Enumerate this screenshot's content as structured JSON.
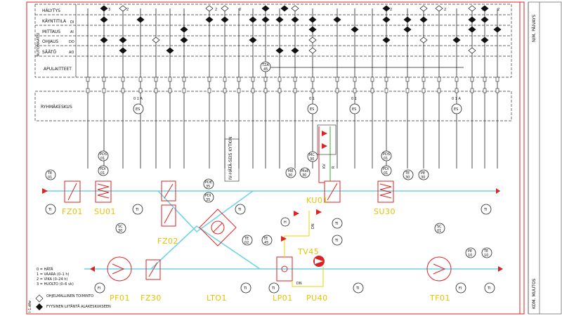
{
  "header_rows": [
    "HÄLYTYS",
    "KÄYNTITILA",
    "MITTAUS",
    "OHJAUS",
    "SÄÄTÖ",
    "APULAITTEET"
  ],
  "header_codes": [
    "DI",
    "AI",
    "DO",
    "AO"
  ],
  "side_label": "AUTOMAATIO",
  "group_label": "RYHMÄKESKUS",
  "right_titles": [
    "NIM. PÄIVAYS",
    "KOM. MUUTOS"
  ],
  "footer_file": "I-1.dfw",
  "index_numbers": [
    "3",
    "2",
    "0",
    "2",
    "2",
    "2",
    "3",
    "2"
  ],
  "relay_labels": [
    "0 1 A",
    "0 1",
    "0 1 A"
  ],
  "es_label": "ES",
  "instruments": {
    "te01": [
      "TE",
      "01"
    ],
    "pds01": [
      "PDS",
      "01"
    ],
    "pdi01": [
      "PDI",
      "01"
    ],
    "pde35": [
      "PDE",
      "35"
    ],
    "pdi35": [
      "PDI",
      "35"
    ],
    "sc30": [
      "SC",
      "30"
    ],
    "te02": [
      "TE",
      "02"
    ],
    "te45": [
      "TE",
      "45"
    ],
    "tza45": [
      "TZA",
      "45"
    ],
    "me30": [
      "ME",
      "30"
    ],
    "mxe30": [
      "MxE",
      "30"
    ],
    "mc30": [
      "MC",
      "30"
    ],
    "pds30": [
      "PDS",
      "01"
    ],
    "pdi30": [
      "PDI",
      "01"
    ],
    "te30": [
      "TE",
      "30"
    ],
    "pe30": [
      "PE",
      "30"
    ],
    "sc01": [
      "SC",
      "01"
    ],
    "pe10": [
      "PE",
      "10"
    ],
    "te10": [
      "TE",
      "10"
    ],
    "ti": "TI",
    "fi": "FI",
    "h": "H"
  },
  "vertical_note": "IV-HÄTÄ-SEIS KYTKIN",
  "kv_labels": [
    "KV",
    "R"
  ],
  "dn_label": "DN",
  "unit_labels": [
    "FZ01",
    "SU01",
    "FZ02",
    "PF01",
    "FZ30",
    "LTO1",
    "KU01",
    "TV45",
    "LP01",
    "PU40",
    "SU30",
    "TF01"
  ],
  "legend": {
    "lines": [
      "0 = HÄTÄ",
      "1 = VAARA (0–1 h)",
      "2 = VIKA (0–24 h)",
      "3 = HUOLTO (0–6 vk)"
    ],
    "hollow": "OHJELMALLINEN TOIMINTO",
    "filled": "FYYSINEN LIITÄNTÄ ALAKESKUKSEEN"
  },
  "colors": {
    "frame": "#dd2222",
    "duct": "#6fd3e6",
    "labels": "#e6c200",
    "pipe": "#f0d000"
  }
}
